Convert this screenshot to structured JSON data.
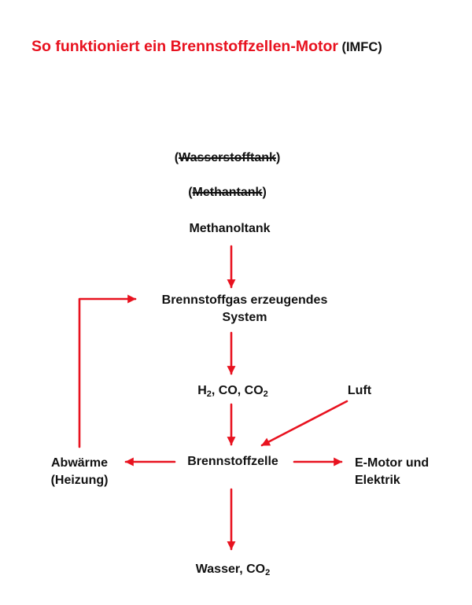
{
  "title": {
    "main": "So funktioniert ein Brennstoffzellen-Motor",
    "suffix": "(IMFC)"
  },
  "colors": {
    "accent": "#e8121f",
    "text": "#111111",
    "background": "#ffffff"
  },
  "nodes": {
    "hydrogen_tank": {
      "open": "(",
      "label": "Wasserstofftank",
      "close": ")",
      "struck": true
    },
    "methane_tank": {
      "open": "(",
      "label": "Methantank",
      "close": ")",
      "struck": true
    },
    "methanol_tank": "Methanoltank",
    "fuel_gas_system_line1": "Brennstoffgas erzeugendes",
    "fuel_gas_system_line2": "System",
    "gases": {
      "h": "H",
      "h_sub": "2",
      "co": ", CO, CO",
      "co_sub": "2"
    },
    "air": "Luft",
    "fuel_cell": "Brennstoffzelle",
    "waste_heat_line1": "Abwärme",
    "waste_heat_line2": "(Heizung)",
    "motor_line1": "E-Motor und",
    "motor_line2": "Elektrik",
    "output": {
      "text": "Wasser, CO",
      "sub": "2"
    }
  }
}
